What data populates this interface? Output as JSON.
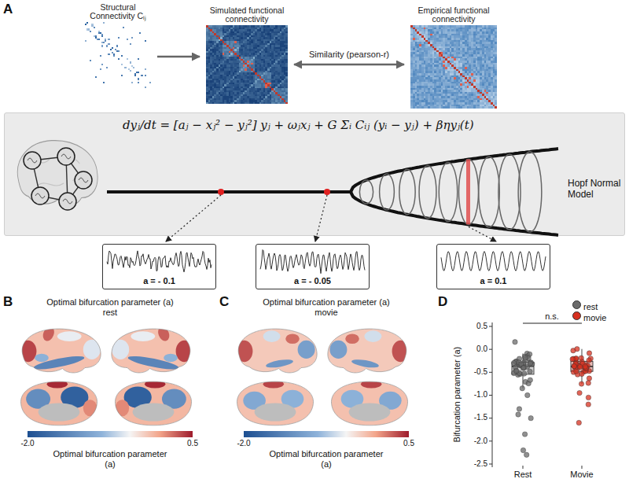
{
  "diagram": {
    "nodes": [
      {
        "text": [
          "Structural Connectivity Cᵢⱼ"
        ]
      },
      {
        "text": [
          "Simulated functional connectivity"
        ]
      },
      {
        "text": [
          "Empirical functional connectivity"
        ]
      },
      {
        "text": [
          "dyⱼ/dt = [aⱼ − xⱼ² − yⱼ²] yⱼ + ωⱼxⱼ + G Σᵢ Cᵢⱼ (yᵢ − yⱼ) + βηyⱼ(t)",
          "Hopf Normal Model"
        ]
      },
      {
        "text": [
          "a = - 0.1"
        ]
      },
      {
        "text": [
          "a = - 0.05"
        ]
      },
      {
        "text": [
          "a = 0.1"
        ]
      }
    ],
    "edges": [
      {
        "from": 0,
        "to": 1,
        "arrow": "to"
      },
      {
        "from": 1,
        "to": 2,
        "arrow": "both",
        "label": "Similarity (pearson-r)"
      }
    ],
    "labels": [
      "A",
      "B",
      "Optimal bifurcation parameter (a) rest",
      "-2.0",
      "0.5",
      "Optimal bifurcation parameter (a)",
      "C",
      "Optimal bifurcation parameter (a) movie",
      "-2.0",
      "0.5",
      "Optimal bifurcation parameter (a)",
      "D",
      "n.s.",
      "Bifurcation parameter (a)",
      "0.5",
      "0.0",
      "-0.5",
      "-1.0",
      "-1.5",
      "-2.0",
      "-2.5",
      "Rest",
      "Movie"
    ],
    "legend": [
      {
        "text": "rest",
        "color": "#6b6b6b"
      },
      {
        "text": "movie",
        "color": "#d7301f"
      }
    ]
  }
}
